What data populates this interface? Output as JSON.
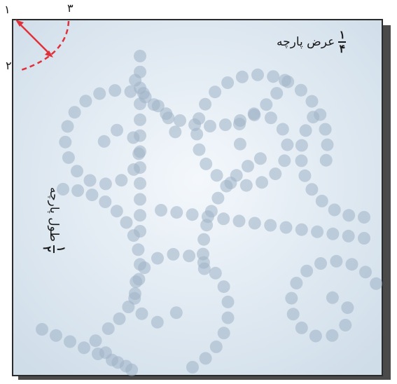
{
  "fabric": {
    "background_color": "#e6eef6",
    "dot_color": "#9fb3c6",
    "frame_color": "#2b2b2b",
    "shadow_color": "#4a4a4a"
  },
  "fold_marks": {
    "color": "#e0303a",
    "point_labels": [
      "۱",
      "۲",
      "۳"
    ]
  },
  "width_label": {
    "fraction_num": "۱",
    "fraction_den": "۴",
    "text": "عرض پارچه"
  },
  "length_label": {
    "fraction_num": "۱",
    "fraction_den": "۲",
    "text": "طول پارچه"
  }
}
